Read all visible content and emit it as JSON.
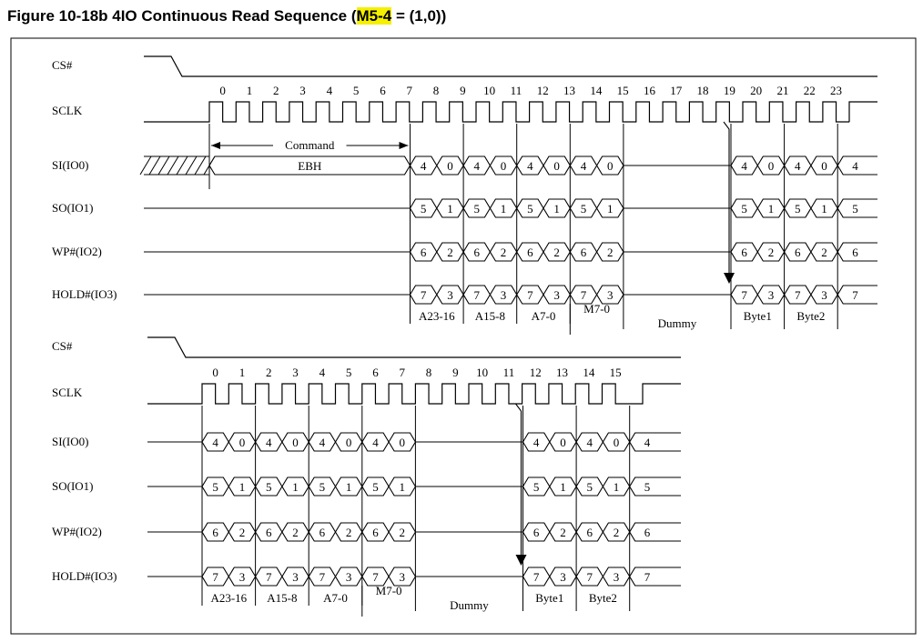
{
  "title": {
    "prefix": "Figure 10-18b 4IO Continuous Read Sequence (",
    "highlight": "M5-4",
    "suffix": " = (1,0))"
  },
  "colors": {
    "highlight": "#f5f000",
    "line": "#000000"
  },
  "top_section": {
    "signals": [
      "CS#",
      "SCLK",
      "SI(IO0)",
      "SO(IO1)",
      "WP#(IO2)",
      "HOLD#(IO3)"
    ],
    "clock_numbers": [
      "0",
      "1",
      "2",
      "3",
      "4",
      "5",
      "6",
      "7",
      "8",
      "9",
      "10",
      "11",
      "12",
      "13",
      "14",
      "15",
      "16",
      "17",
      "18",
      "19",
      "20",
      "21",
      "22",
      "23"
    ],
    "command_label": "Command",
    "command_value": "EBH",
    "si_values": [
      "4",
      "0",
      "4",
      "0",
      "4",
      "0",
      "4",
      "0",
      "4",
      "0",
      "4",
      "0"
    ],
    "so_values": [
      "5",
      "1",
      "5",
      "1",
      "5",
      "1",
      "5",
      "1",
      "5",
      "1",
      "5",
      "1"
    ],
    "wp_values": [
      "6",
      "2",
      "6",
      "2",
      "6",
      "2",
      "6",
      "2",
      "6",
      "2",
      "6",
      "2"
    ],
    "hold_values": [
      "7",
      "3",
      "7",
      "3",
      "7",
      "3",
      "7",
      "3",
      "7",
      "3",
      "7",
      "3"
    ],
    "tail_values": [
      "4",
      "5",
      "6",
      "7"
    ],
    "phase_labels": [
      "A23-16",
      "A15-8",
      "A7-0",
      "M7-0",
      "Dummy",
      "Byte1",
      "Byte2"
    ]
  },
  "bottom_section": {
    "signals": [
      "CS#",
      "SCLK",
      "SI(IO0)",
      "SO(IO1)",
      "WP#(IO2)",
      "HOLD#(IO3)"
    ],
    "clock_numbers": [
      "0",
      "1",
      "2",
      "3",
      "4",
      "5",
      "6",
      "7",
      "8",
      "9",
      "10",
      "11",
      "12",
      "13",
      "14",
      "15"
    ],
    "si_values": [
      "4",
      "0",
      "4",
      "0",
      "4",
      "0",
      "4",
      "0",
      "4",
      "0",
      "4",
      "0"
    ],
    "so_values": [
      "5",
      "1",
      "5",
      "1",
      "5",
      "1",
      "5",
      "1",
      "5",
      "1",
      "5",
      "1"
    ],
    "wp_values": [
      "6",
      "2",
      "6",
      "2",
      "6",
      "2",
      "6",
      "2",
      "6",
      "2",
      "6",
      "2"
    ],
    "hold_values": [
      "7",
      "3",
      "7",
      "3",
      "7",
      "3",
      "7",
      "3",
      "7",
      "3",
      "7",
      "3"
    ],
    "tail_values": [
      "4",
      "5",
      "6",
      "7"
    ],
    "phase_labels": [
      "A23-16",
      "A15-8",
      "A7-0",
      "M7-0",
      "Dummy",
      "Byte1",
      "Byte2"
    ]
  }
}
